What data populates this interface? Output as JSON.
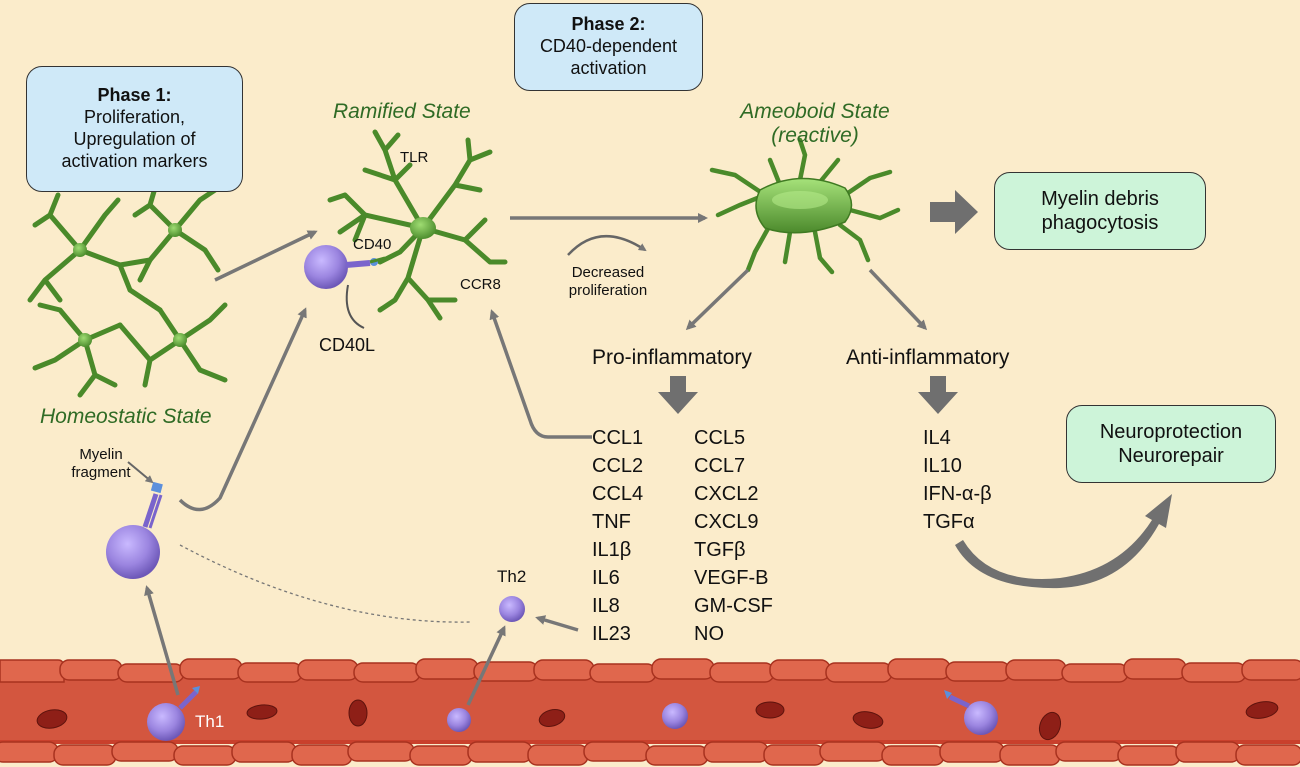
{
  "phase1": {
    "title": "Phase 1:",
    "line1": "Proliferation,",
    "line2": "Upregulation of",
    "line3": "activation markers"
  },
  "phase2": {
    "title": "Phase 2:",
    "line1": "CD40-dependent",
    "line2": "activation"
  },
  "states": {
    "homeostatic": "Homeostatic State",
    "ramified": "Ramified State",
    "ameboid_line1": "Ameoboid State",
    "ameboid_line2": "(reactive)"
  },
  "labels": {
    "tlr": "TLR",
    "cd40": "CD40",
    "ccr8": "CCR8",
    "cd40l": "CD40L",
    "decreased_line1": "Decreased",
    "decreased_line2": "proliferation",
    "myelin_line1": "Myelin",
    "myelin_line2": "fragment",
    "th1": "Th1",
    "th2": "Th2"
  },
  "outcomes": {
    "myelin_debris_line1": "Myelin debris",
    "myelin_debris_line2": "phagocytosis",
    "neuro_line1": "Neuroprotection",
    "neuro_line2": "Neurorepair"
  },
  "pro_inflammatory": {
    "heading": "Pro-inflammatory",
    "col1": [
      "CCL1",
      "CCL2",
      "CCL4",
      "TNF",
      "IL1β",
      "IL6",
      "IL8",
      "IL23"
    ],
    "col2": [
      "CCL5",
      "CCL7",
      "CXCL2",
      "CXCL9",
      "TGFβ",
      "VEGF-B",
      "GM-CSF",
      "NO"
    ]
  },
  "anti_inflammatory": {
    "heading": "Anti-inflammatory",
    "col1": [
      "IL4",
      "IL10",
      "IFN-α-β",
      "TGFα"
    ]
  },
  "colors": {
    "background": "#fbeccb",
    "microglia": "#5c9c3c",
    "tcell": "#9b85e0",
    "vessel": "#d1503a",
    "arrow": "#777777",
    "blue_box": "#cfe9f8",
    "green_box": "#cdf4d9"
  }
}
